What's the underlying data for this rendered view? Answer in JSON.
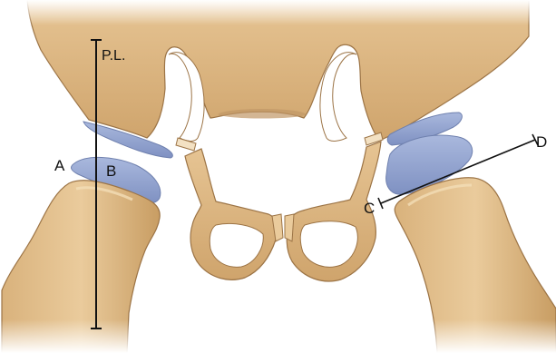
{
  "labels": {
    "pl": "P.L.",
    "a": "A",
    "b": "B",
    "c": "C",
    "d": "D"
  },
  "colors": {
    "bone": "#DDB986",
    "bone_light": "#EFD3A6",
    "bone_shadow": "#B28A55",
    "bone_outline": "#9C7446",
    "cartilage": "#8E9FCB",
    "cartilage_light": "#B4C2E2",
    "line": "#111111"
  }
}
